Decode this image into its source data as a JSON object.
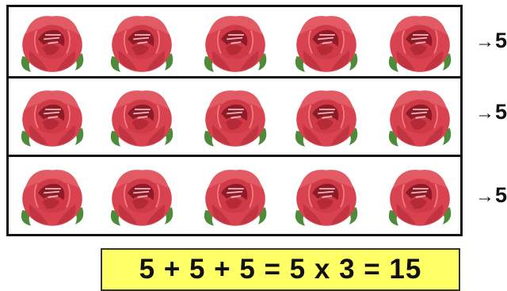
{
  "rows": [
    {
      "rose_count": 5,
      "label": "5"
    },
    {
      "rose_count": 5,
      "label": "5"
    },
    {
      "rose_count": 5,
      "label": "5"
    }
  ],
  "arrow_symbol": "→",
  "equation": "5 + 5 + 5 = 5 x 3 = 15",
  "colors": {
    "equation_background": "#ffff66",
    "rose_petal": "#d9434f",
    "rose_dark": "#8e1c28",
    "leaf": "#4d8a3a",
    "border": "#111111"
  }
}
